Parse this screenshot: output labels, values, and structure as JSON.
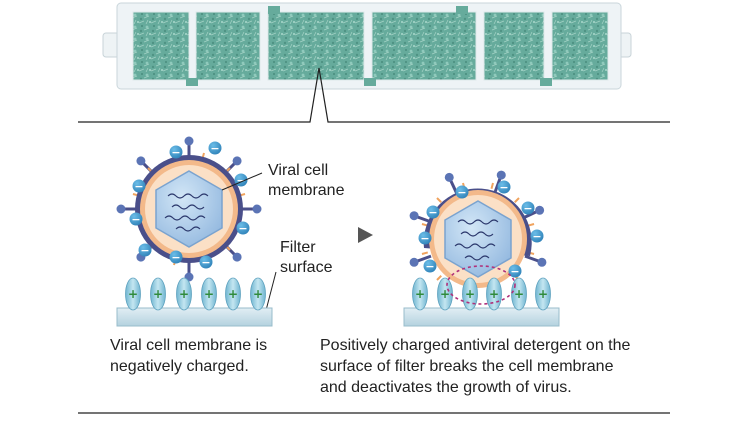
{
  "labels": {
    "viral_membrane": [
      "Viral cell",
      "membrane"
    ],
    "filter_surface": [
      "Filter",
      "surface"
    ]
  },
  "captions": {
    "left": [
      "Viral cell membrane is",
      "negatively charged."
    ],
    "right": [
      "Positively charged antiviral detergent on the",
      "surface of filter breaks the cell membrane",
      "and deactivates the growth of virus."
    ]
  },
  "icons": {
    "positive_charge": "+",
    "negative_charge": "−",
    "next_step": "triangle-arrow-right"
  },
  "colors": {
    "filter_fiber": "#5fa898",
    "filter_frame": "#e8f0f2",
    "virus_outer": "#4a4f8a",
    "virus_ring": "#f3b98a",
    "virus_core": "#a9c8e6",
    "spike_tip": "#5b74b5",
    "negative_ion": "#3a8fc8",
    "positive_bead": "#8fc9de",
    "surface": "#c9dfe8",
    "break_ring": "#b0307a"
  }
}
